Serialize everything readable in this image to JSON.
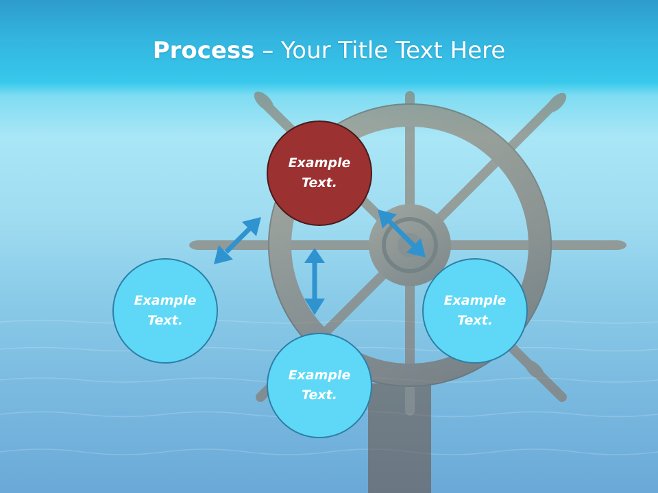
{
  "title": {
    "bold": "Process",
    "rest": " – Your Title Text Here"
  },
  "nodes": {
    "top": {
      "label": "Example Text.",
      "color": "#9b3131"
    },
    "left": {
      "label": "Example Text.",
      "color": "#5ed8f6"
    },
    "bottom": {
      "label": "Example Text.",
      "color": "#5ed8f6"
    },
    "right": {
      "label": "Example Text.",
      "color": "#5ed8f6"
    }
  },
  "colors": {
    "arrow": "#2f93cf",
    "sky_top": "#2e9ccc",
    "sea": "#7bbbe0"
  },
  "icons": [
    "ship-wheel-image",
    "double-arrow-icon"
  ]
}
